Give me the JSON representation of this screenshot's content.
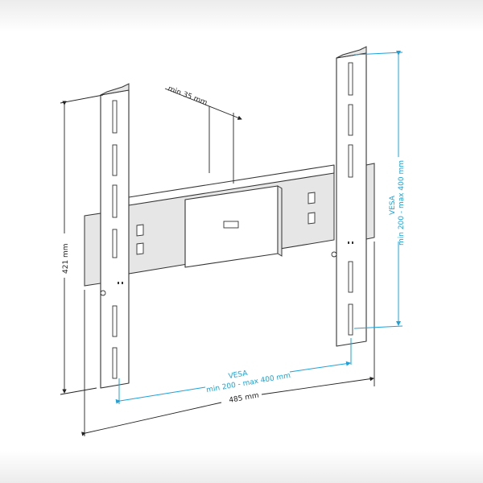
{
  "dimensions": {
    "depth_label": "min 35 mm",
    "height_label": "421 mm",
    "width_label": "485 mm",
    "vesa_h_title": "VESA",
    "vesa_h_range": "min 200 - max 400 mm",
    "vesa_v_title": "VESA",
    "vesa_v_range": "min 200 - max 400 mm"
  },
  "colors": {
    "dimension_line": "#222222",
    "vesa_line": "#1aa3dd"
  }
}
